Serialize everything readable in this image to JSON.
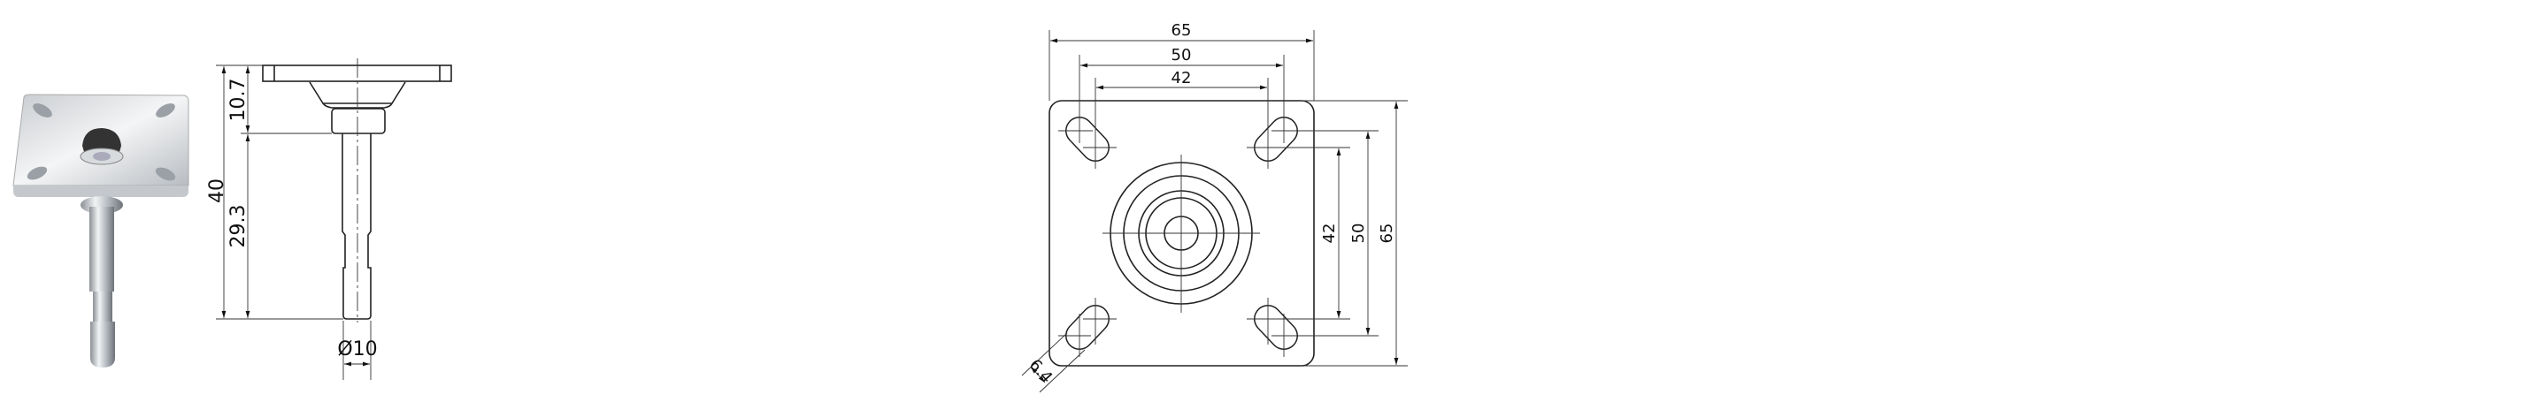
{
  "side_view": {
    "overall_height": "40",
    "plate_height": "10.7",
    "stem_length": "29.3",
    "stem_diameter": "Ø10"
  },
  "top_view": {
    "width_overall": "65",
    "width_hole_outer": "50",
    "width_hole_inner": "42",
    "height_hole_inner": "42",
    "height_hole_outer": "50",
    "height_overall": "65",
    "slot_width": "6.4"
  }
}
